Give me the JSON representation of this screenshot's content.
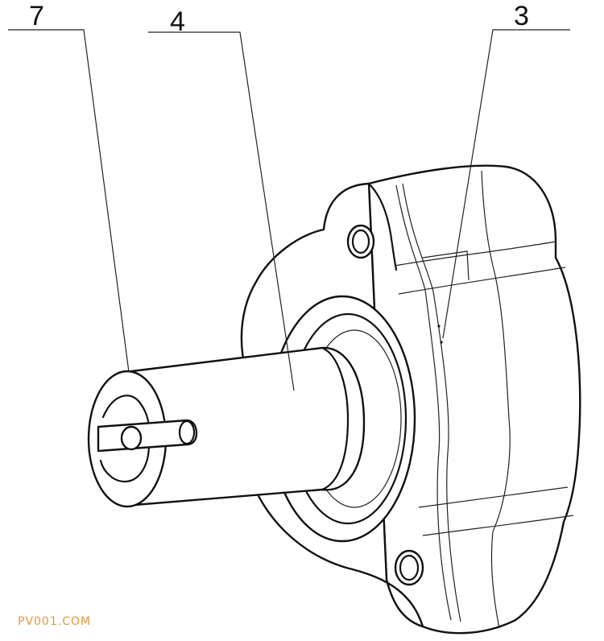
{
  "callouts": [
    {
      "label": "7",
      "part": "shaft-end"
    },
    {
      "label": "4",
      "part": "shaft"
    },
    {
      "label": "3",
      "part": "housing"
    }
  ],
  "watermark": {
    "text": "PV001.COM",
    "color": "#e9953a"
  },
  "line_color": "#111111",
  "background": "#ffffff"
}
